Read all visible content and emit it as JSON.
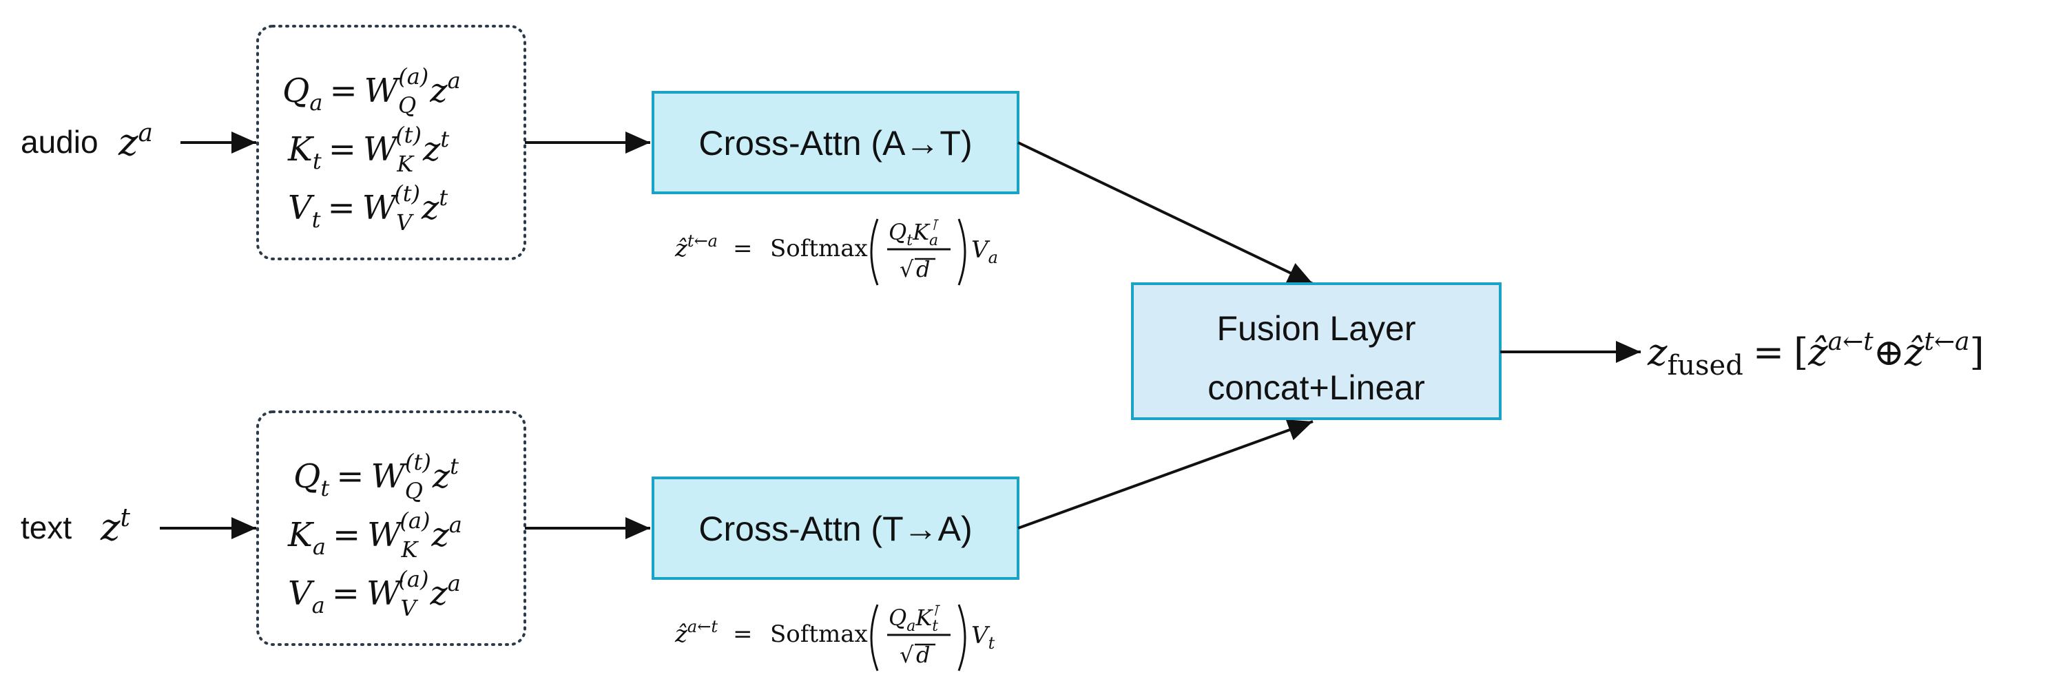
{
  "inputs": {
    "audio": {
      "label": "audio",
      "var": "z",
      "sup": "a"
    },
    "text": {
      "label": "text",
      "var": "z",
      "sup": "t"
    }
  },
  "projections": {
    "audio": [
      {
        "lhs": "Q",
        "lhs_sub": "a",
        "w_sub": "Q",
        "w_sup": "(a)",
        "z_sup": "a"
      },
      {
        "lhs": "K",
        "lhs_sub": "t",
        "w_sub": "K",
        "w_sup": "(t)",
        "z_sup": "t"
      },
      {
        "lhs": "V",
        "lhs_sub": "t",
        "w_sub": "V",
        "w_sup": "(t)",
        "z_sup": "t"
      }
    ],
    "text": [
      {
        "lhs": "Q",
        "lhs_sub": "t",
        "w_sub": "Q",
        "w_sup": "(t)",
        "z_sup": "t"
      },
      {
        "lhs": "K",
        "lhs_sub": "a",
        "w_sub": "K",
        "w_sup": "(a)",
        "z_sup": "a"
      },
      {
        "lhs": "V",
        "lhs_sub": "a",
        "w_sub": "V",
        "w_sup": "(a)",
        "z_sup": "a"
      }
    ]
  },
  "blocks": {
    "cross_attn_at": "Cross-Attn (A→T)",
    "cross_attn_ta": "Cross-Attn (T→A)",
    "fusion_line1": "Fusion Layer",
    "fusion_line2": "concat+Linear"
  },
  "formulas": {
    "top": {
      "out_sup": "t←a",
      "softmax": "Softmax",
      "q_sub": "t",
      "k_sub": "a",
      "k_sup": "⊺",
      "denom": "d",
      "v_sub": "a"
    },
    "bottom": {
      "out_sup": "a←t",
      "softmax": "Softmax",
      "q_sub": "a",
      "k_sub": "t",
      "k_sup": "⊺",
      "denom": "d",
      "v_sub": "t"
    }
  },
  "output": {
    "var": "z",
    "sub": "fused",
    "eq": "=",
    "left": "[",
    "t1_sup": "a←t",
    "op": "⊕",
    "t2_sup": "t←a",
    "right": "]"
  },
  "colors": {
    "cross_fill": "#c9eef7",
    "fusion_fill": "#d6ebf8",
    "border": "#1aa3c4"
  }
}
